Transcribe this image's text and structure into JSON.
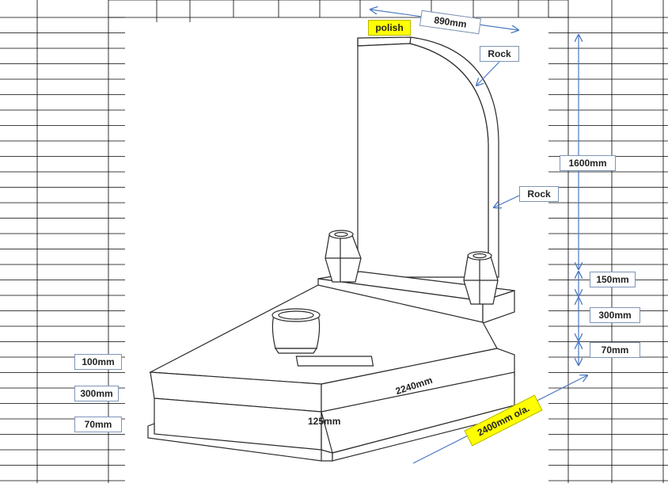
{
  "labels": {
    "polish": "polish",
    "top_width": "890mm",
    "rock_top": "Rock",
    "rock_side": "Rock",
    "headstone_height": "1600mm",
    "plinth_height": "150mm",
    "base_height": "300mm",
    "bottom_height": "70mm",
    "left_top": "100mm",
    "left_mid": "300mm",
    "left_bottom": "70mm",
    "length_inner": "2240mm",
    "front_depth": "125mm",
    "overall_length": "2400mm o/a."
  },
  "colors": {
    "dimension_line": "#4a78c2",
    "outline": "#2a2a2a",
    "highlight": "#ffff00",
    "grid": "#000000"
  }
}
